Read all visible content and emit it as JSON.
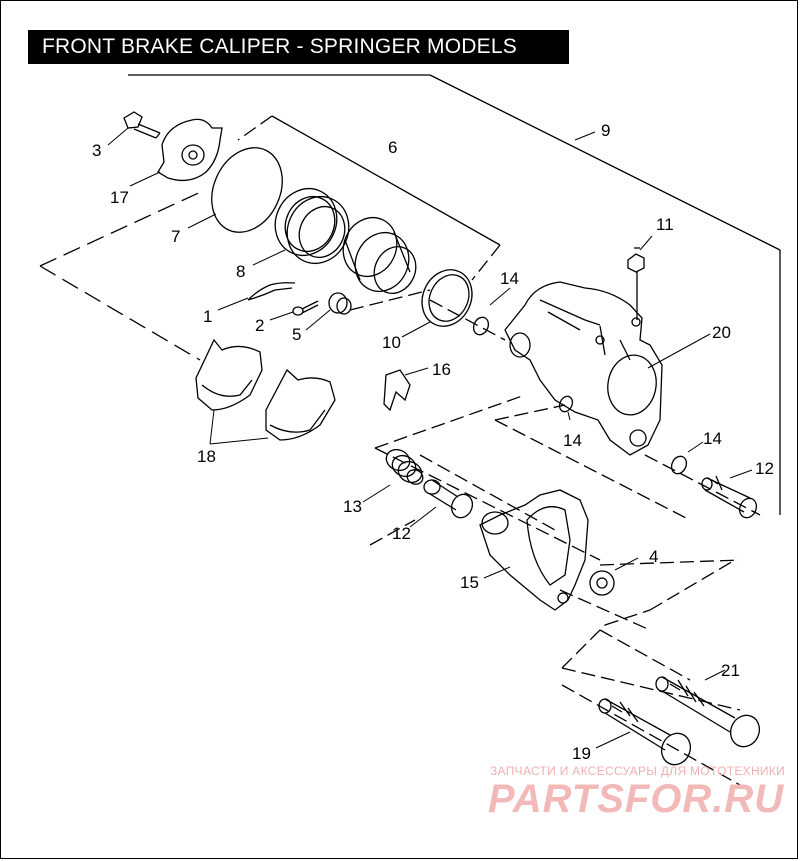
{
  "title": "FRONT BRAKE CALIPER - SPRINGER MODELS",
  "callouts": {
    "c1": "1",
    "c2": "2",
    "c3": "3",
    "c4": "4",
    "c5": "5",
    "c6": "6",
    "c7": "7",
    "c8": "8",
    "c9": "9",
    "c10": "10",
    "c11": "11",
    "c12a": "12",
    "c12b": "12",
    "c13": "13",
    "c14a": "14",
    "c14b": "14",
    "c14c": "14",
    "c15": "15",
    "c16": "16",
    "c17": "17",
    "c18": "18",
    "c19": "19",
    "c20": "20",
    "c21": "21"
  },
  "watermark": {
    "caption": "ЗАПЧАСТИ И АКСЕССУАРЫ ДЛЯ МОТОТЕХНИКИ",
    "brand": "PARTSFOR.RU",
    "brand_color": "#f3b9b9"
  }
}
